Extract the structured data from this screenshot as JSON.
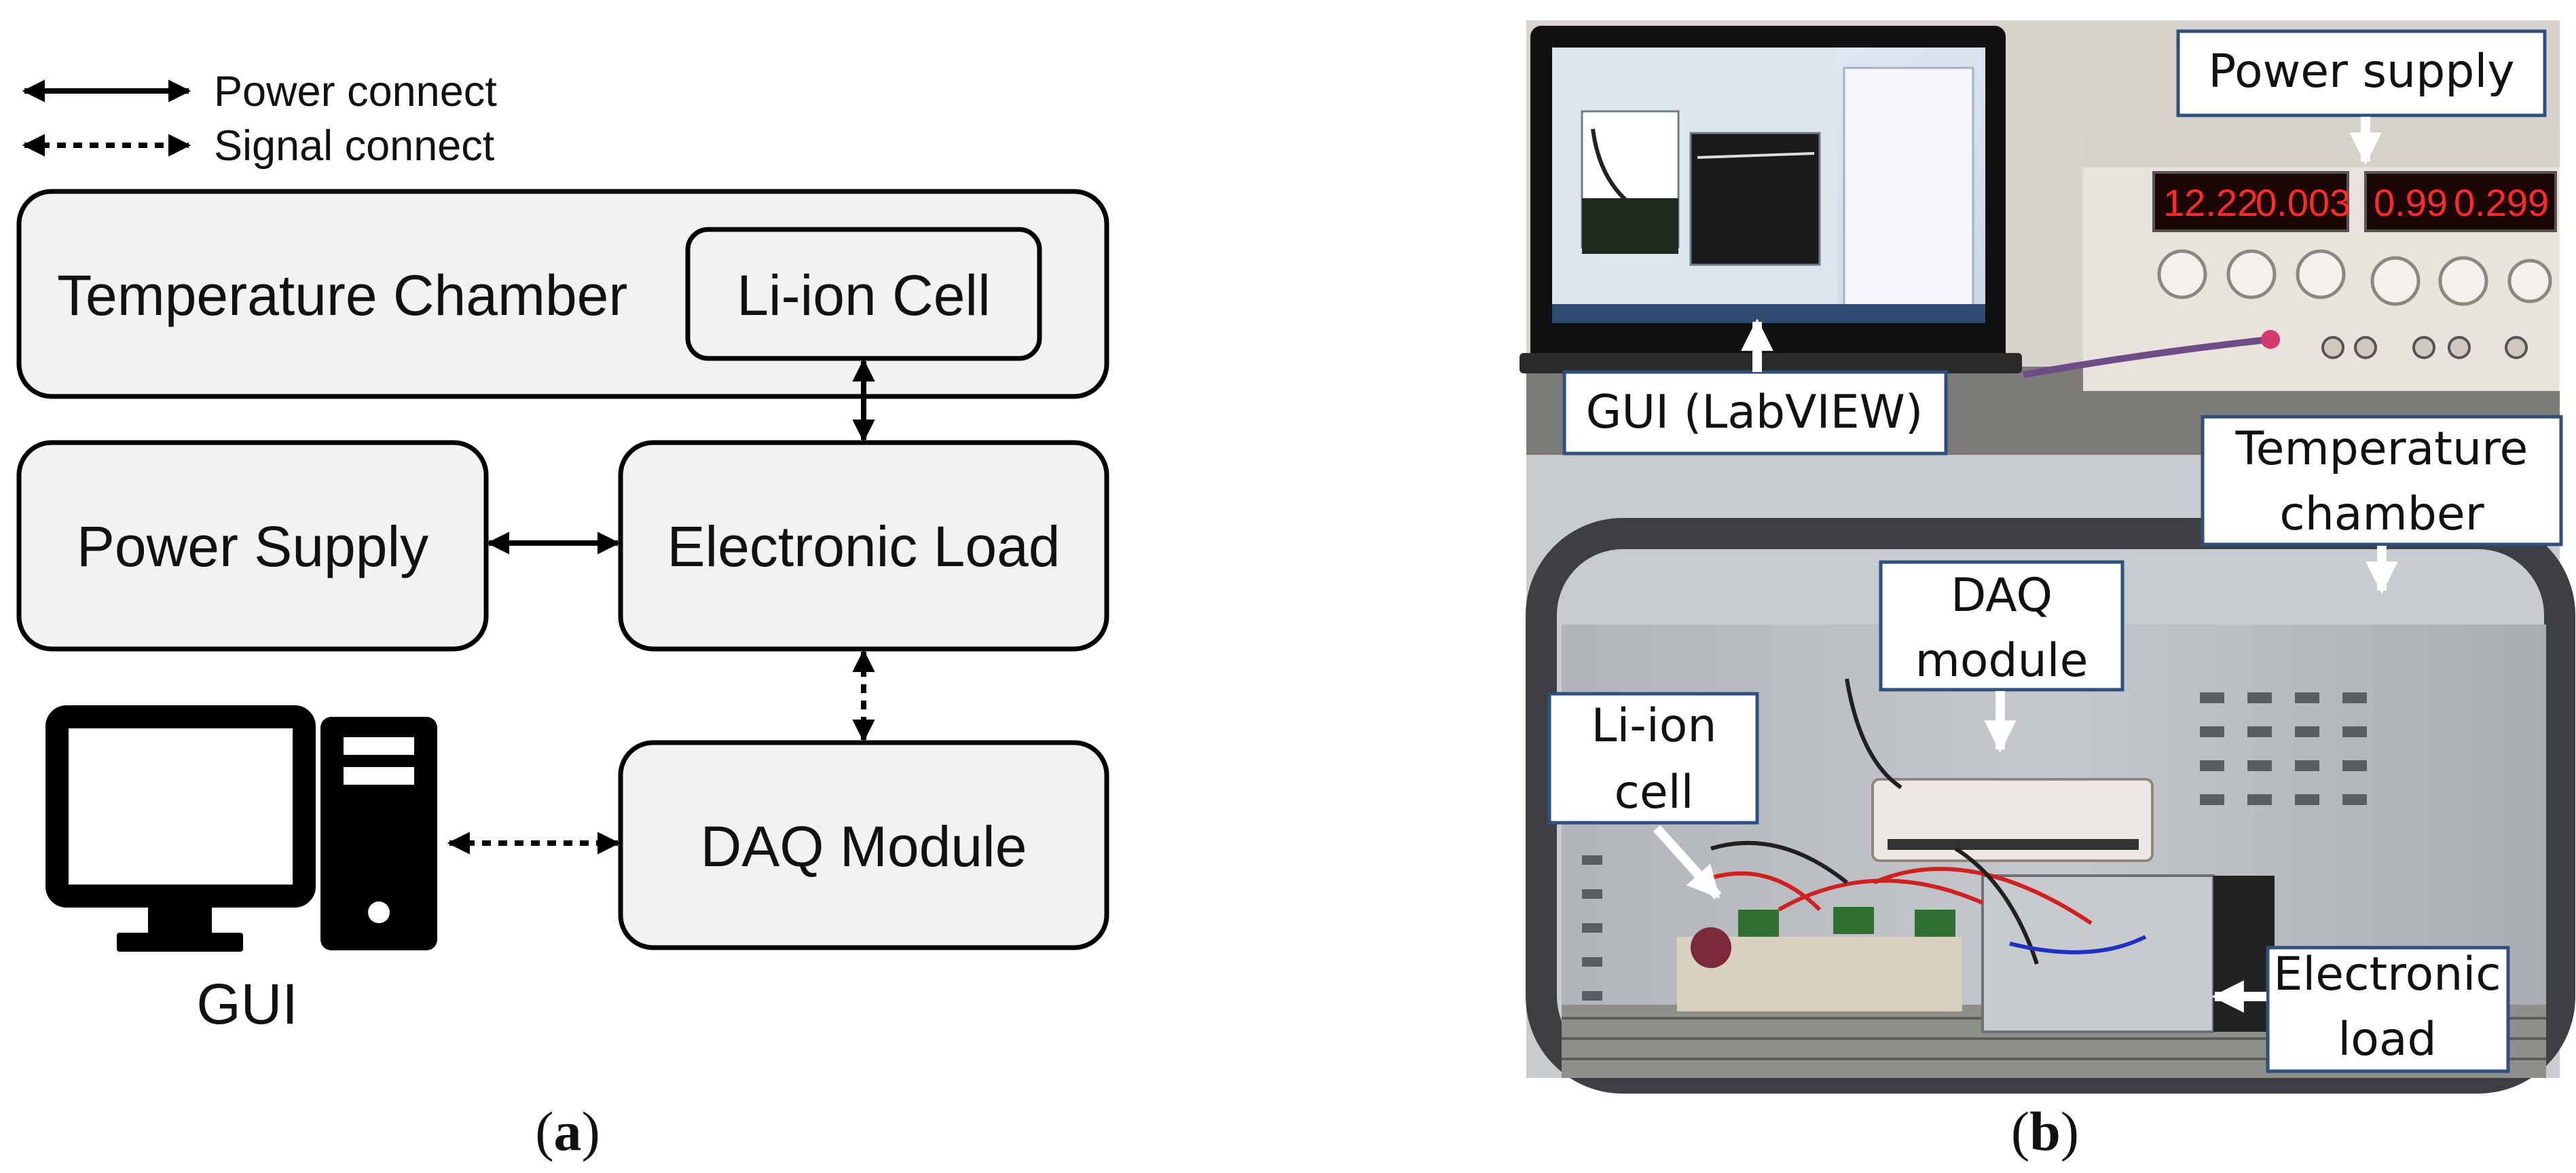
{
  "legend": {
    "power": "Power connect",
    "signal": "Signal connect"
  },
  "diagram": {
    "temperature_chamber": "Temperature Chamber",
    "li_ion_cell": "Li-ion Cell",
    "power_supply": "Power Supply",
    "electronic_load": "Electronic Load",
    "daq_module": "DAQ Module",
    "gui": "GUI"
  },
  "photo": {
    "callouts": {
      "power_supply": "Power supply",
      "gui": "GUI (LabVIEW)",
      "temperature_chamber": [
        "Temperature",
        "chamber"
      ],
      "daq_module": [
        "DAQ",
        "module"
      ],
      "li_ion_cell": [
        "Li-ion",
        "cell"
      ],
      "electronic_load": [
        "Electronic",
        "load"
      ]
    },
    "ps_display": [
      "12.22",
      "0.003",
      "0.99",
      "0.299"
    ]
  },
  "captions": {
    "a": "a",
    "b": "b"
  }
}
